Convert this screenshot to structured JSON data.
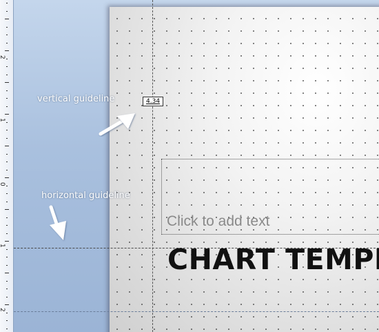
{
  "ruler": {
    "labels": [
      "2",
      "1",
      "0",
      "1",
      "2"
    ]
  },
  "guide_readout": "4.34",
  "callouts": {
    "vertical": "vertical guideline",
    "horizontal": "horizontal guideline"
  },
  "slide": {
    "placeholder": "Click to add text",
    "title": "CHART TEMPLATE"
  },
  "colors": {
    "workspace": "#a9c0de",
    "callout_text": "#ffffff",
    "title_text": "#111111",
    "placeholder_text": "#8a8a8a"
  }
}
